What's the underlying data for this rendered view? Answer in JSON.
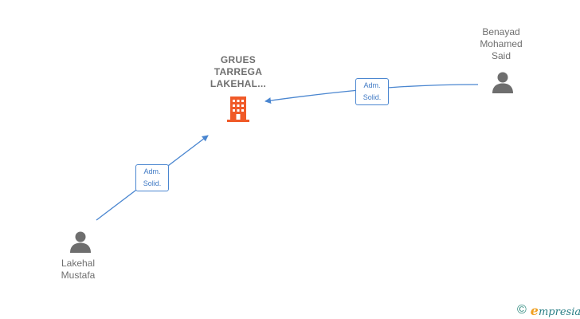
{
  "company": {
    "lines": [
      "GRUES",
      "TARREGA",
      "LAKEHAL..."
    ],
    "icon": "building-icon",
    "color": "#f05a28"
  },
  "persons": [
    {
      "id": "benayad",
      "lines": [
        "Benayad",
        "Mohamed",
        "Said"
      ],
      "icon": "person-icon"
    },
    {
      "id": "lakehal",
      "lines": [
        "Lakehal",
        "Mustafa"
      ],
      "icon": "person-icon"
    }
  ],
  "relations": [
    {
      "from": "benayad",
      "to": "company",
      "lines": [
        "Adm.",
        "Solid."
      ]
    },
    {
      "from": "lakehal",
      "to": "company",
      "lines": [
        "Adm.",
        "Solid."
      ]
    }
  ],
  "colors": {
    "edge": "#4a86d0",
    "person": "#6e6e6e",
    "label": "#6f6f6f"
  },
  "brand": {
    "copyright_symbol": "©",
    "logo_initial": "e",
    "logo_rest": "mpresia"
  }
}
